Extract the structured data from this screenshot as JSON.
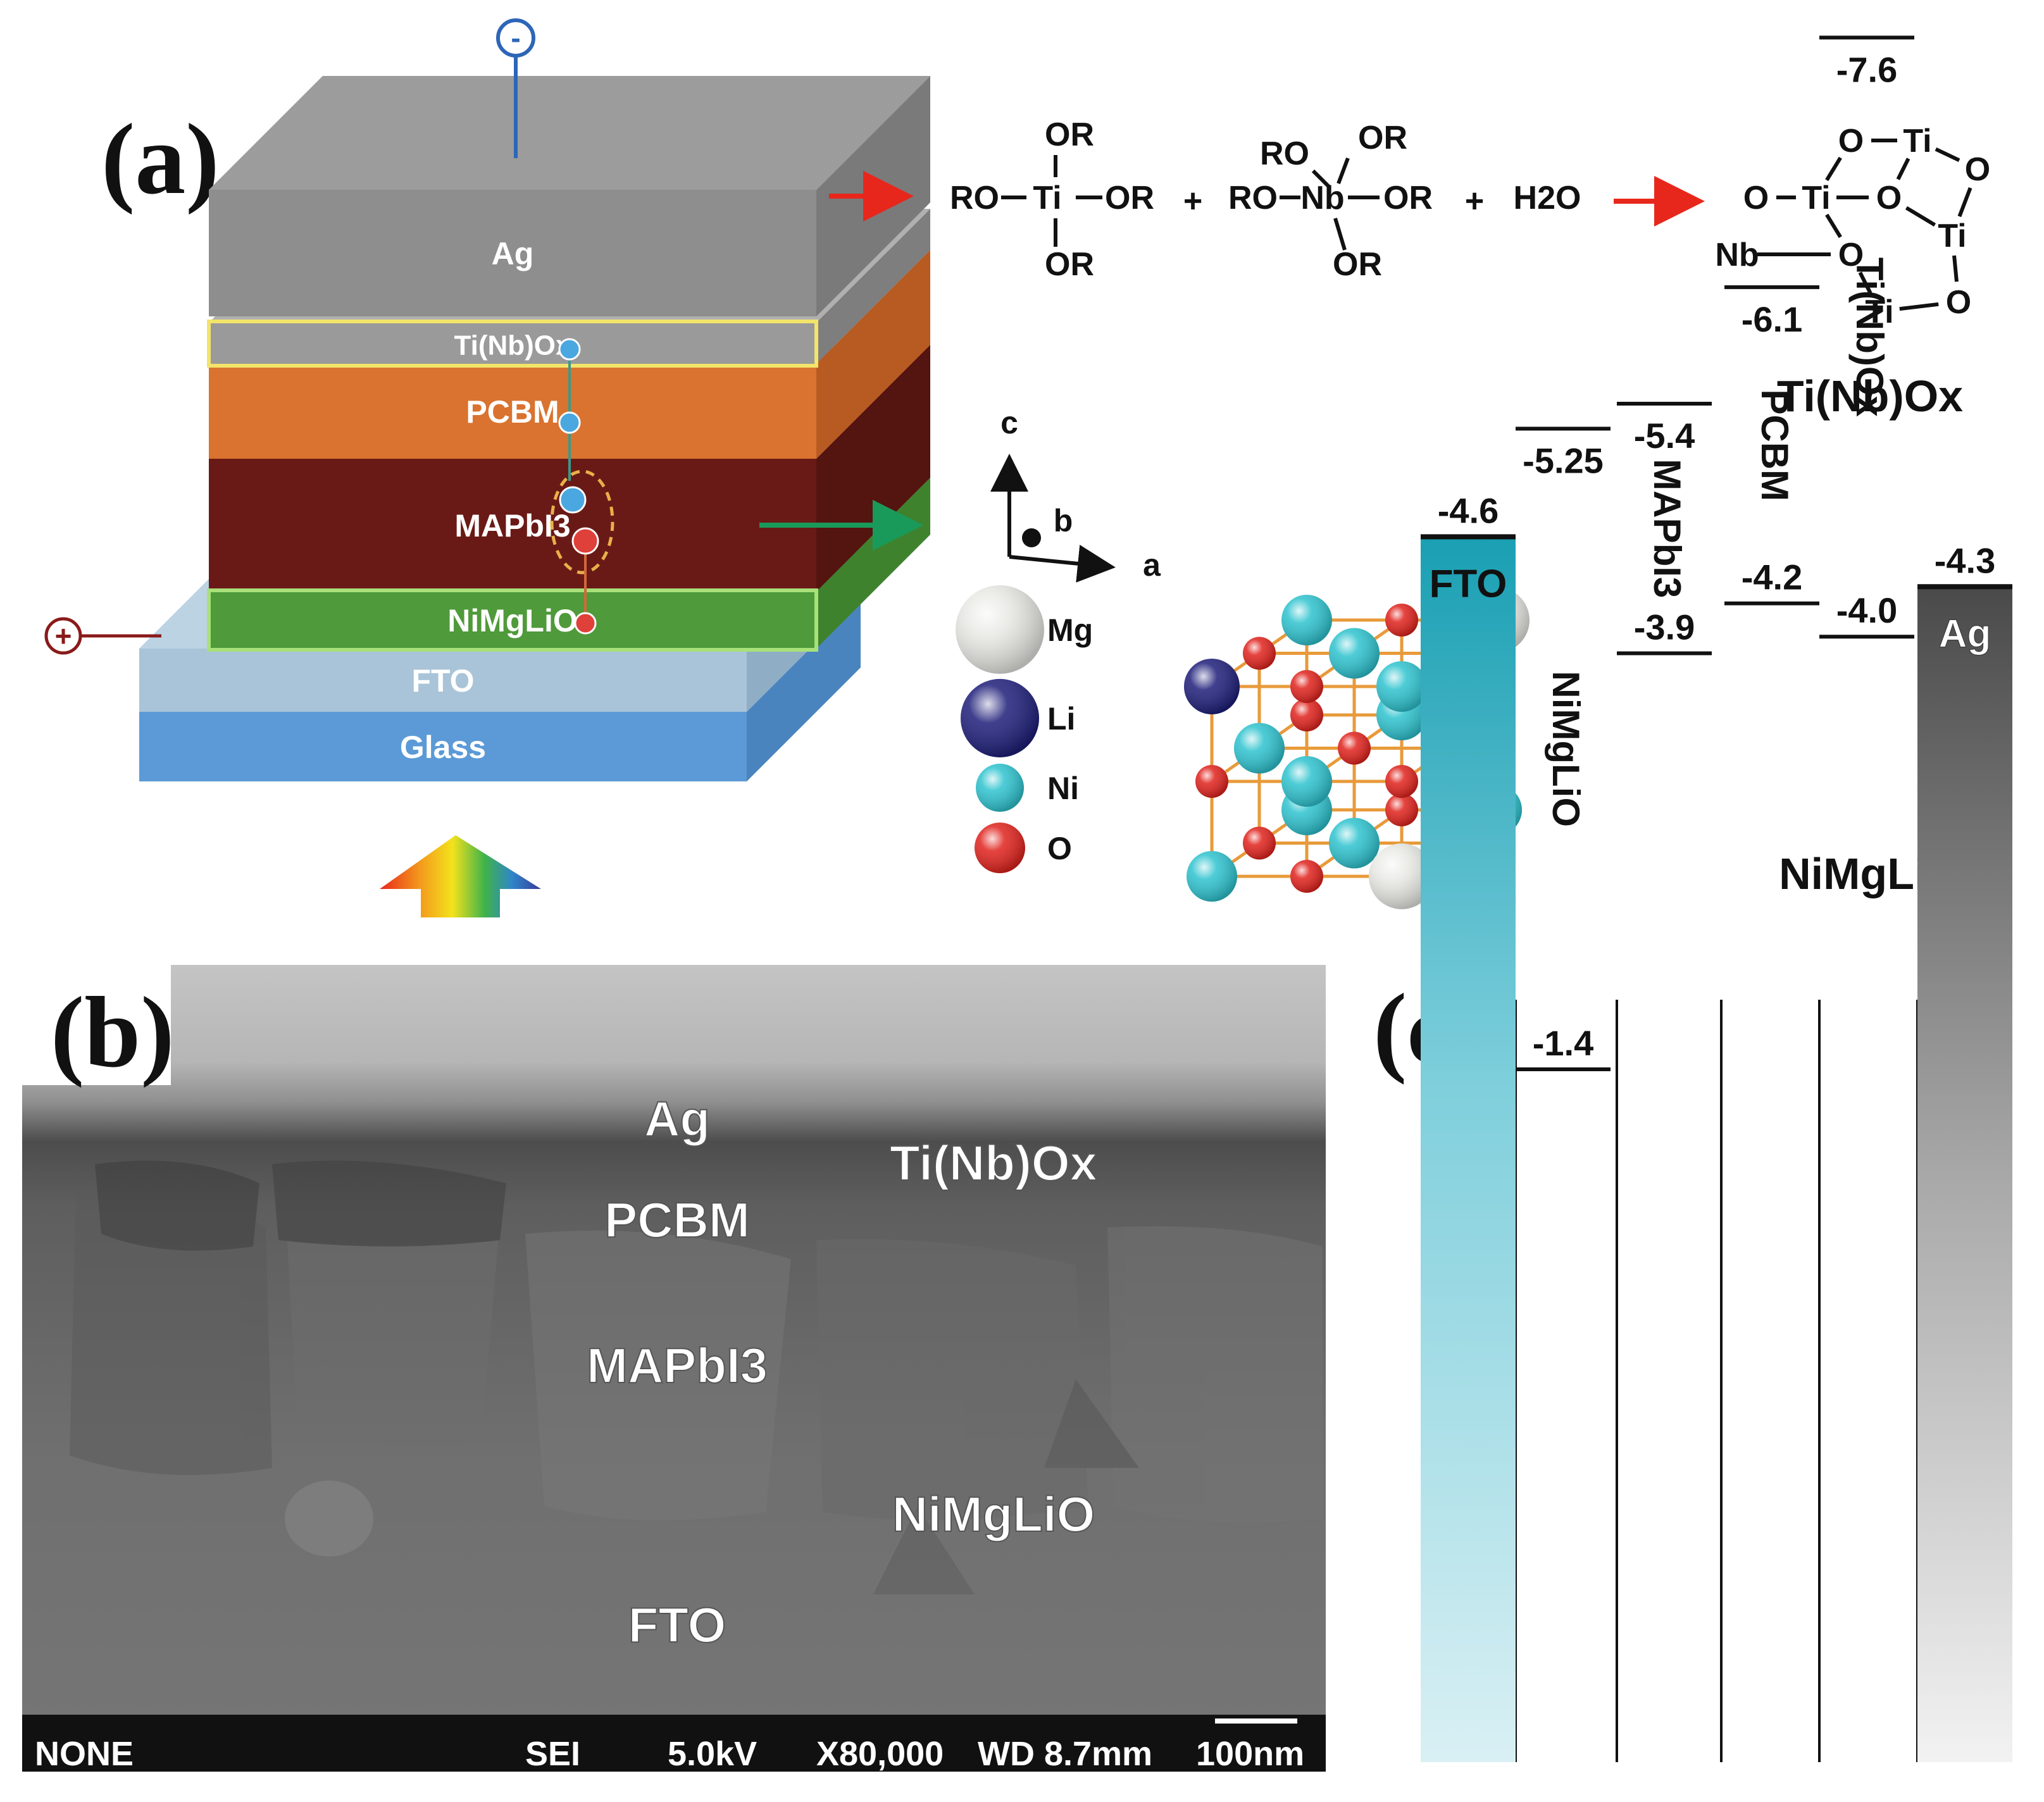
{
  "panels": {
    "a": "(a)",
    "b": "(b)",
    "c": "(c)"
  },
  "device_stack": {
    "layers": [
      "Ag",
      "Ti(Nb)Ox",
      "PCBM",
      "MAPbI3",
      "NiMgLiO",
      "FTO",
      "Glass"
    ],
    "negative_terminal": "-",
    "positive_terminal": "+"
  },
  "reaction": {
    "ti_center": "Ti",
    "nb_center": "Nb",
    "or_group": "OR",
    "ro_group": "RO",
    "plus": "+",
    "water": "H2O",
    "product_label": "Ti(Nb)Ox",
    "cluster_atoms": {
      "ti": "Ti",
      "o": "O",
      "nb": "Nb"
    }
  },
  "crystal": {
    "axes": {
      "a": "a",
      "b": "b",
      "c": "c"
    },
    "legend": [
      {
        "label": "Mg",
        "color": "#e8e8e4"
      },
      {
        "label": "Li",
        "color": "#1e1e7a"
      },
      {
        "label": "Ni",
        "color": "#2ec3cf"
      },
      {
        "label": "O",
        "color": "#e0221c"
      }
    ],
    "material_label": "NiMgLiO"
  },
  "sem": {
    "layer_labels": [
      "Ag",
      "Ti(Nb)Ox",
      "PCBM",
      "MAPbI3",
      "NiMgLiO",
      "FTO"
    ],
    "info_bar": [
      "NONE",
      "SEI",
      "5.0kV",
      "X80,000",
      "WD 8.7mm",
      "100nm"
    ]
  },
  "energy_diagram": {
    "layers": [
      {
        "name": "FTO",
        "top": -4.6,
        "bottom": null,
        "top_label": "-4.6",
        "bottom_label": ""
      },
      {
        "name": "NiMgLiO",
        "top": -1.4,
        "bottom": -5.25,
        "top_label": "-1.4",
        "bottom_label": "-5.25"
      },
      {
        "name": "MAPbI3",
        "top": -3.9,
        "bottom": -5.4,
        "top_label": "-3.9",
        "bottom_label": "-5.4"
      },
      {
        "name": "PCBM",
        "top": -4.2,
        "bottom": -6.1,
        "top_label": "-4.2",
        "bottom_label": "-6.1"
      },
      {
        "name": "Ti(Nb)Ox",
        "top": -4.0,
        "bottom": -7.6,
        "top_label": "-4.0",
        "bottom_label": "-7.6"
      },
      {
        "name": "Ag",
        "top": -4.3,
        "bottom": null,
        "top_label": "-4.3",
        "bottom_label": ""
      }
    ],
    "colors": {
      "FTO": "#1aa0b4",
      "Ag": "#555555"
    }
  }
}
